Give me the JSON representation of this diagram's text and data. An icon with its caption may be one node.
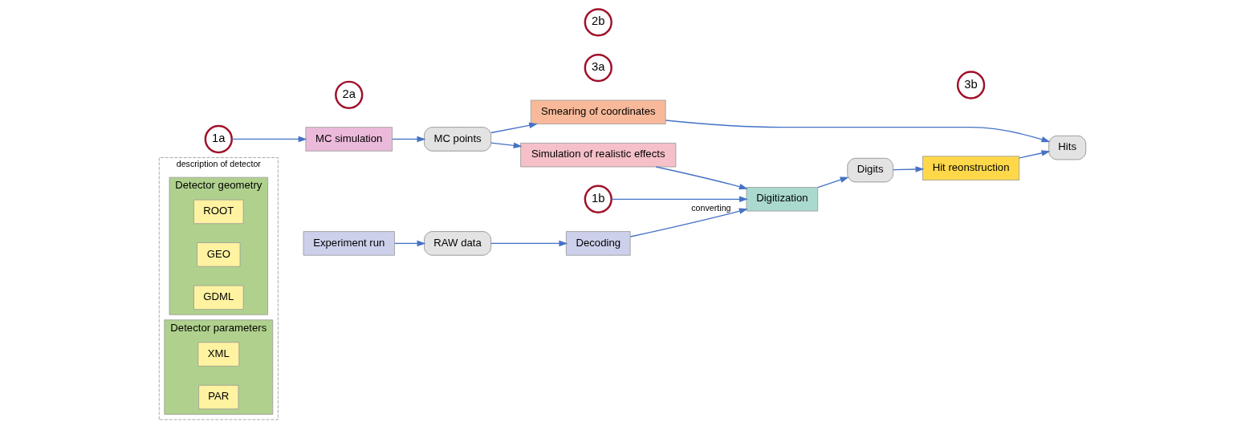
{
  "diagram": {
    "nodes": [
      {
        "text": [
          "description of detector"
        ]
      },
      {
        "text": [
          "Detector geometry"
        ],
        "in": 0
      },
      {
        "text": [
          "ROOT"
        ],
        "in": 1
      },
      {
        "text": [
          "GEO"
        ],
        "in": 1
      },
      {
        "text": [
          "GDML"
        ],
        "in": 1
      },
      {
        "text": [
          "Detector parameters"
        ],
        "in": 0
      },
      {
        "text": [
          "XML"
        ],
        "in": 5
      },
      {
        "text": [
          "PAR"
        ],
        "in": 5
      },
      {
        "text": [
          "1a"
        ]
      },
      {
        "text": [
          "1b"
        ]
      },
      {
        "text": [
          "MC simulation"
        ]
      },
      {
        "text": [
          "2a"
        ]
      },
      {
        "text": [
          "MC points"
        ]
      },
      {
        "text": [
          "3a"
        ]
      },
      {
        "text": [
          "Smearing of coordinates"
        ]
      },
      {
        "text": [
          "Simulation of realistic effects"
        ]
      },
      {
        "text": [
          "2b"
        ]
      },
      {
        "text": [
          "Digitization"
        ]
      },
      {
        "text": [
          "Digits"
        ]
      },
      {
        "text": [
          "3b"
        ]
      },
      {
        "text": [
          "Hit reonstruction"
        ]
      },
      {
        "text": [
          "Hits"
        ]
      },
      {
        "text": [
          "Experiment run"
        ]
      },
      {
        "text": [
          "RAW data"
        ]
      },
      {
        "text": [
          "Decoding"
        ]
      }
    ],
    "edges": [
      {
        "from": 8,
        "to": 10,
        "arrow": "to"
      },
      {
        "from": 10,
        "to": 12,
        "arrow": "to"
      },
      {
        "from": 12,
        "to": 14,
        "arrow": "to"
      },
      {
        "from": 12,
        "to": 15,
        "arrow": "to"
      },
      {
        "from": 15,
        "to": 17,
        "arrow": "to"
      },
      {
        "from": 9,
        "to": 17,
        "arrow": "to"
      },
      {
        "from": 14,
        "to": 21,
        "arrow": "to"
      },
      {
        "from": 17,
        "to": 18,
        "arrow": "to"
      },
      {
        "from": 18,
        "to": 20,
        "arrow": "to"
      },
      {
        "from": 20,
        "to": 21,
        "arrow": "to"
      },
      {
        "from": 22,
        "to": 23,
        "arrow": "to"
      },
      {
        "from": 23,
        "to": 24,
        "arrow": "to"
      },
      {
        "from": 24,
        "to": 17,
        "label": "converting",
        "arrow": "to"
      }
    ]
  }
}
